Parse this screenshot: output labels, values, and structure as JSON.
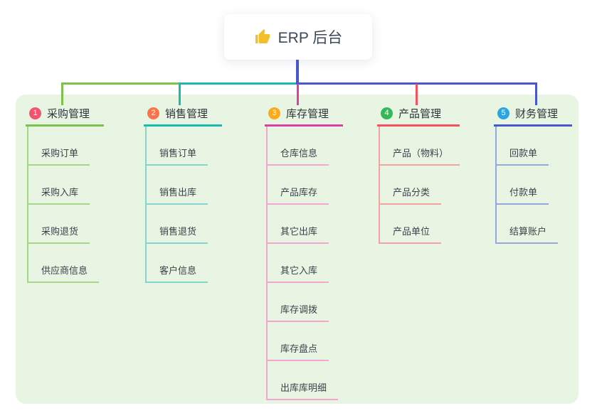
{
  "root": {
    "label": "ERP 后台",
    "icon": "thumbs-up-icon",
    "icon_color": "#f2c029"
  },
  "connector": {
    "trunk_color": "#4857cd"
  },
  "branches": [
    {
      "index": "1",
      "label": "采购管理",
      "badge_color": "#f4526e",
      "line_color": "#7dc24f",
      "child_line_color": "#a6d687",
      "children": [
        "采购订单",
        "采购入库",
        "采购退货",
        "供应商信息"
      ]
    },
    {
      "index": "2",
      "label": "销售管理",
      "badge_color": "#f9744a",
      "line_color": "#1bbab0",
      "child_line_color": "#82d6cd",
      "children": [
        "销售订单",
        "销售出库",
        "销售退货",
        "客户信息"
      ]
    },
    {
      "index": "3",
      "label": "库存管理",
      "badge_color": "#fbab18",
      "line_color": "#df3fa4",
      "child_line_color": "#f2a6d0",
      "children": [
        "仓库信息",
        "产品库存",
        "其它出库",
        "其它入库",
        "库存调拨",
        "库存盘点",
        "出库库明细"
      ]
    },
    {
      "index": "4",
      "label": "产品管理",
      "badge_color": "#33b957",
      "line_color": "#f4525f",
      "child_line_color": "#f6a2a3",
      "children": [
        "产品（物料）",
        "产品分类",
        "产品单位"
      ]
    },
    {
      "index": "5",
      "label": "财务管理",
      "badge_color": "#2ba4e2",
      "line_color": "#4857cd",
      "child_line_color": "#96a7df",
      "children": [
        "回款单",
        "付款单",
        "结算账户"
      ]
    }
  ]
}
